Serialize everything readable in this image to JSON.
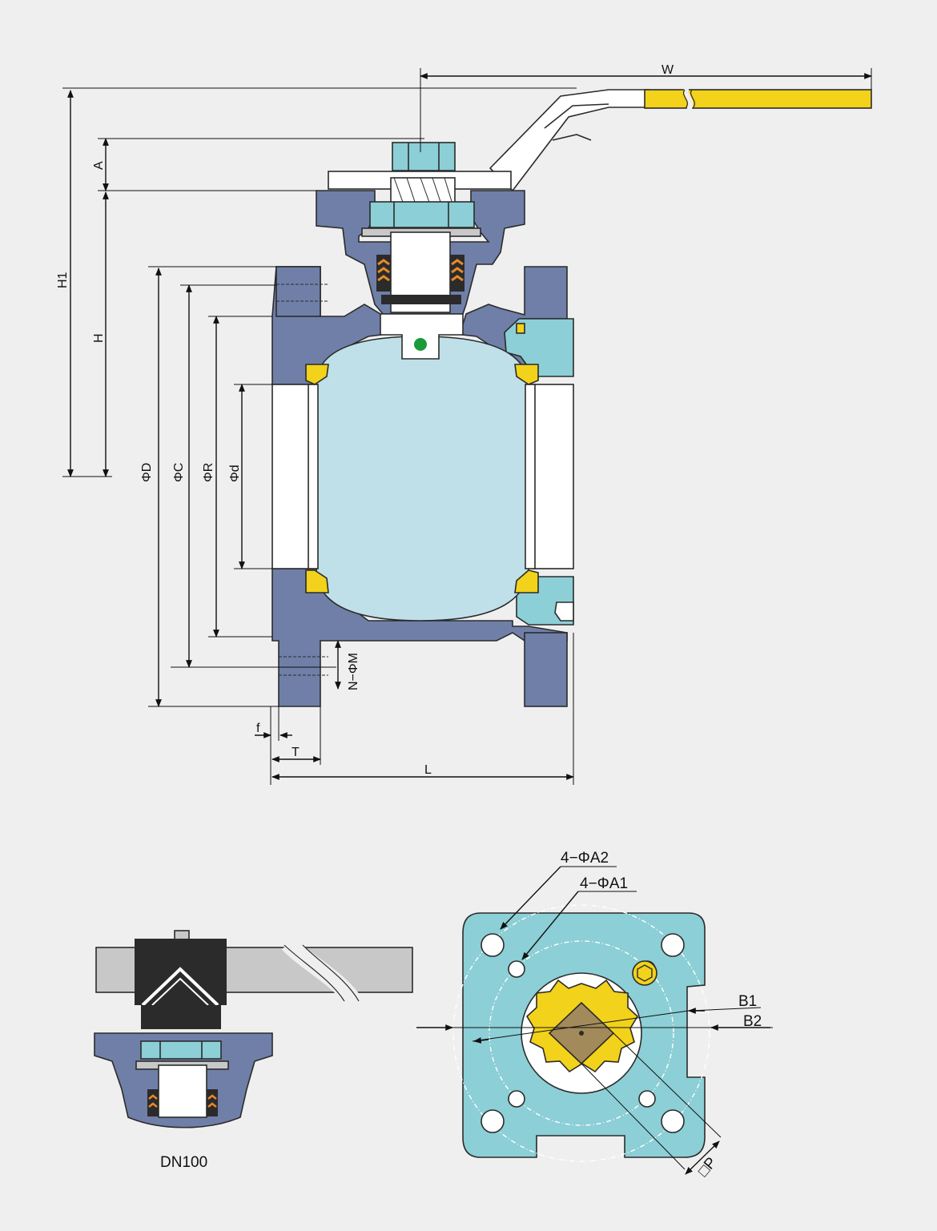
{
  "colors": {
    "background": "#efefef",
    "body": "#6f7fa8",
    "ball": "#bfe0e8",
    "cyan": "#8ccfd6",
    "yellow": "#f2d21a",
    "orange": "#e8882a",
    "white": "#ffffff",
    "gray": "#c8c8c8",
    "dark": "#2b2b2b",
    "green": "#1a9a3a",
    "tan": "#a38a5a"
  },
  "dimensions": {
    "w": "W",
    "h1": "H1",
    "a": "A",
    "h": "H",
    "phi_d_outer": "ΦD",
    "phi_c": "ΦC",
    "phi_r": "ΦR",
    "phi_d_inner": "Φd",
    "n_phi_m": "N−ΦM",
    "f": "f",
    "t": "T",
    "l": "L"
  },
  "detail": {
    "label": "DN100"
  },
  "flange_view": {
    "holes_a2": "4−ΦA2",
    "holes_a1": "4−ΦA1",
    "b1": "B1",
    "b2": "B2",
    "p": "□P"
  }
}
